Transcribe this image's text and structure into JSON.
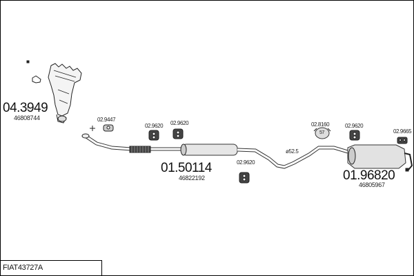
{
  "diagram": {
    "title": "FIAT43727A",
    "parts": [
      {
        "code": "04.3949",
        "oe": "46808744"
      },
      {
        "code": "01.50114",
        "oe": "46822192"
      },
      {
        "code": "01.96820",
        "oe": "46805967"
      }
    ],
    "fittings": [
      {
        "code": "02.9447"
      },
      {
        "code": "02.9620"
      },
      {
        "code": "02.9620"
      },
      {
        "code": "02.9620"
      },
      {
        "code": "02.8160"
      },
      {
        "code": "02.9620"
      },
      {
        "code": "02.9665"
      }
    ],
    "diameter_label": "ø52.5",
    "clamp_label": "57"
  }
}
